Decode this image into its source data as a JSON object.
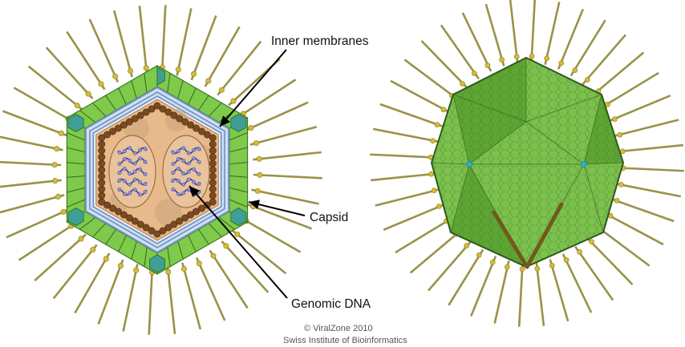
{
  "labels": {
    "inner_membranes": "Inner membranes",
    "capsid": "Capsid",
    "genomic_dna": "Genomic DNA"
  },
  "credit": {
    "line1": "© ViralZone 2010",
    "line2": "Swiss Institute of Bioinformatics"
  },
  "colors": {
    "fiber": "#9a9248",
    "fiber_knob": "#d6bc36",
    "capsomer": "#7fc94b",
    "capsomer_edge": "#2e6a1a",
    "vertex_capsomer": "#3f9e97",
    "membrane_outer": "#6e8fbe",
    "membrane_fill": "#cfe0f4",
    "core": "#e8b98a",
    "core_patch": "#c8a57c",
    "core_bead": "#7a4a22",
    "nucleoid": "#e9c39b",
    "dna": "#3a3f92",
    "shell_face": "#7cc04d",
    "shell_face_dark": "#5ea534",
    "shell_edge": "#2f5a1c",
    "vertex_dot": "#2ab3d6",
    "tail_spike": "#6f5a1c"
  }
}
